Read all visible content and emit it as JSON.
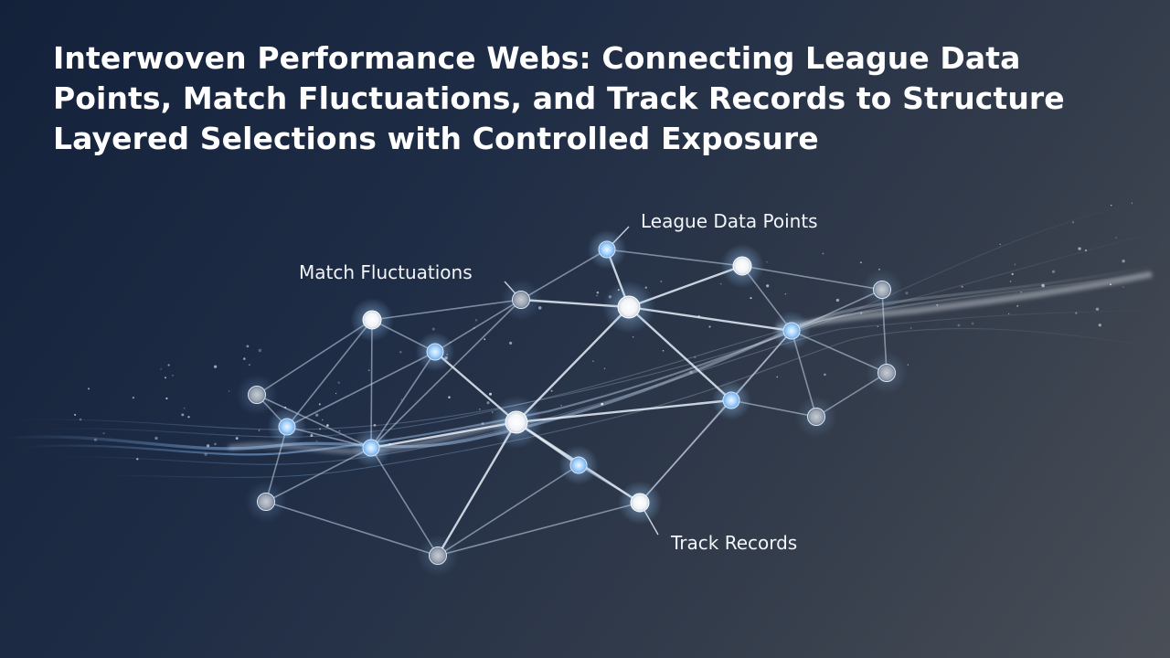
{
  "title": "Interwoven Performance Webs: Connecting League Data Points, Match Fluctuations, and Track Records to Structure Layered Selections with Controlled Exposure",
  "labels": {
    "league": "League Data Points",
    "match": "Match Fluctuations",
    "track": "Track Records"
  },
  "colors": {
    "node_blue": "#a9d4ff",
    "node_white": "#ffffff",
    "node_gray": "#9aa4b2",
    "edge": "#c9d7ea",
    "glow": "#7fb8ff"
  },
  "nodes": [
    {
      "id": "n1",
      "tone": "blue"
    },
    {
      "id": "n2",
      "tone": "white"
    },
    {
      "id": "n3",
      "tone": "gray"
    },
    {
      "id": "n4",
      "tone": "white"
    },
    {
      "id": "n5",
      "tone": "white"
    },
    {
      "id": "n6",
      "tone": "gray"
    },
    {
      "id": "n7",
      "tone": "blue"
    },
    {
      "id": "n8",
      "tone": "gray"
    },
    {
      "id": "n9",
      "tone": "blue"
    },
    {
      "id": "n10",
      "tone": "blue"
    },
    {
      "id": "n11",
      "tone": "white"
    },
    {
      "id": "n12",
      "tone": "gray"
    },
    {
      "id": "n13",
      "tone": "blue"
    },
    {
      "id": "n14",
      "tone": "gray"
    },
    {
      "id": "n15",
      "tone": "white"
    },
    {
      "id": "n16",
      "tone": "blue"
    },
    {
      "id": "n17",
      "tone": "white"
    },
    {
      "id": "n18",
      "tone": "gray"
    },
    {
      "id": "n19",
      "tone": "gray"
    }
  ],
  "edges": [
    [
      "n1",
      "n2"
    ],
    [
      "n1",
      "n3"
    ],
    [
      "n2",
      "n3"
    ],
    [
      "n3",
      "n4"
    ],
    [
      "n2",
      "n4"
    ],
    [
      "n4",
      "n5"
    ],
    [
      "n5",
      "n6"
    ],
    [
      "n5",
      "n7"
    ],
    [
      "n5",
      "n9"
    ],
    [
      "n3",
      "n9"
    ],
    [
      "n9",
      "n8"
    ],
    [
      "n8",
      "n11"
    ],
    [
      "n11",
      "n12"
    ],
    [
      "n11",
      "n13"
    ],
    [
      "n12",
      "n13"
    ],
    [
      "n6",
      "n13"
    ],
    [
      "n13",
      "n14"
    ],
    [
      "n14",
      "n15"
    ],
    [
      "n14",
      "n16"
    ],
    [
      "n16",
      "n17"
    ],
    [
      "n17",
      "n10"
    ],
    [
      "n15",
      "n10"
    ],
    [
      "n10",
      "n18"
    ],
    [
      "n10",
      "n11"
    ],
    [
      "n8",
      "n18"
    ],
    [
      "n7",
      "n8"
    ],
    [
      "n6",
      "n2"
    ],
    [
      "n16",
      "n11"
    ],
    [
      "n17",
      "n11"
    ],
    [
      "n15",
      "n17"
    ],
    [
      "n9",
      "n12"
    ],
    [
      "n4",
      "n11"
    ],
    [
      "n5",
      "n12"
    ],
    [
      "n10",
      "n16"
    ],
    [
      "n18",
      "n19"
    ],
    [
      "n15",
      "n19"
    ],
    [
      "n7",
      "n6"
    ],
    [
      "n14",
      "n13"
    ],
    [
      "n2",
      "n7"
    ],
    [
      "n12",
      "n19"
    ]
  ],
  "annotations": [
    {
      "label_key": "league",
      "node": "n14"
    },
    {
      "label_key": "match",
      "node": "n9"
    },
    {
      "label_key": "track",
      "node": "n10"
    }
  ]
}
